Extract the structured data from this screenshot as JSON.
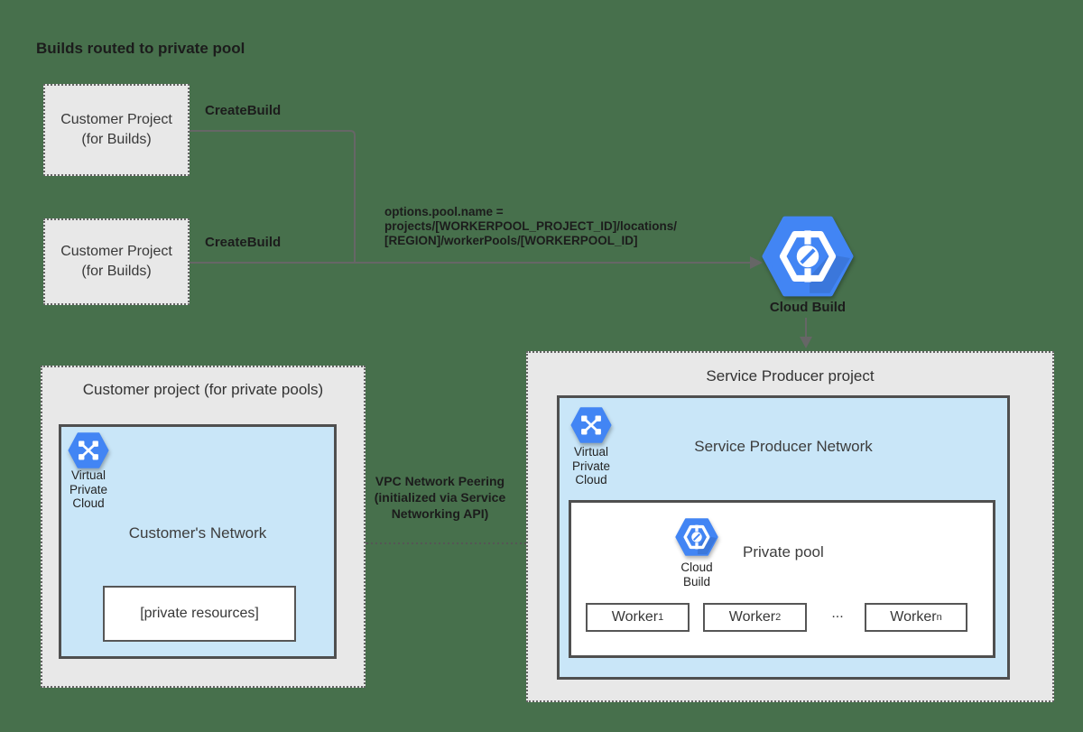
{
  "colors": {
    "page-bg": "#47704c",
    "project-box-bg": "#e8e8e8",
    "network-box-bg": "#c9e6f8",
    "white-box-bg": "#ffffff",
    "border-dark": "#4f4f4f",
    "dotted-border": "#646464",
    "connector": "#666666",
    "icon-blue": "#4285f4",
    "text-dark": "#212121"
  },
  "title": "Builds routed to private pool",
  "build_requesters": [
    {
      "name_line1": "Customer Project",
      "name_line2": "(for Builds)",
      "call_label": "CreateBuild"
    },
    {
      "name_line1": "Customer Project",
      "name_line2": "(for Builds)",
      "call_label": "CreateBuild"
    }
  ],
  "pool_option_note": {
    "line1": "options.pool.name =",
    "line2": "projects/[WORKERPOOL_PROJECT_ID]/locations/",
    "line3": "[REGION]/workerPools/[WORKERPOOL_ID]"
  },
  "cloud_build_service": {
    "label": "Cloud Build"
  },
  "customer_pool_project": {
    "title": "Customer project (for private pools)",
    "network": {
      "title": "Customer's Network",
      "vpc_icon_label": {
        "line1": "Virtual",
        "line2": "Private",
        "line3": "Cloud"
      },
      "private_resources": "[private resources]"
    }
  },
  "service_producer_project": {
    "title": "Service Producer project",
    "network": {
      "title": "Service Producer Network",
      "vpc_icon_label": {
        "line1": "Virtual",
        "line2": "Private",
        "line3": "Cloud"
      },
      "private_pool": {
        "title": "Private pool",
        "cloud_build_label": {
          "line1": "Cloud",
          "line2": "Build"
        },
        "workers": [
          {
            "base": "Worker",
            "sub": "1"
          },
          {
            "base": "Worker",
            "sub": "2"
          },
          {
            "base": "Worker",
            "sub": "n"
          }
        ],
        "ellipsis": "..."
      }
    }
  },
  "peering_note": {
    "line1": "VPC Network Peering",
    "line2": "(initialized via Service",
    "line3": "Networking API)"
  }
}
